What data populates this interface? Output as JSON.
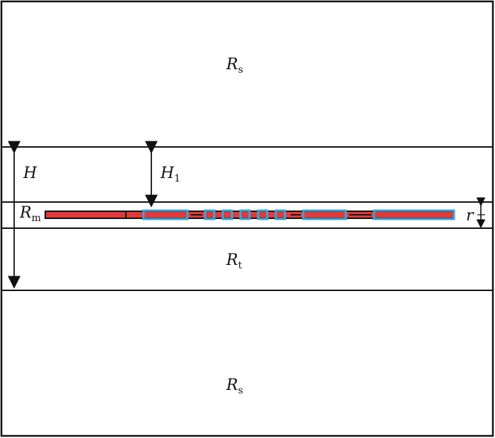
{
  "labels": {
    "rs_top": {
      "main": "R",
      "sub": "s"
    },
    "h": {
      "main": "H"
    },
    "h1": {
      "main": "H",
      "sub": "1"
    },
    "rm": {
      "main": "R",
      "sub": "m"
    },
    "r": {
      "main": "r"
    },
    "rt": {
      "main": "R",
      "sub": "t"
    },
    "rs_bottom": {
      "main": "R",
      "sub": "s"
    }
  },
  "colors": {
    "bar_fill": "#e03a3a",
    "bar_outline": "#111111",
    "segment_outline": "#3aa6d8",
    "boundary": "#111111"
  }
}
